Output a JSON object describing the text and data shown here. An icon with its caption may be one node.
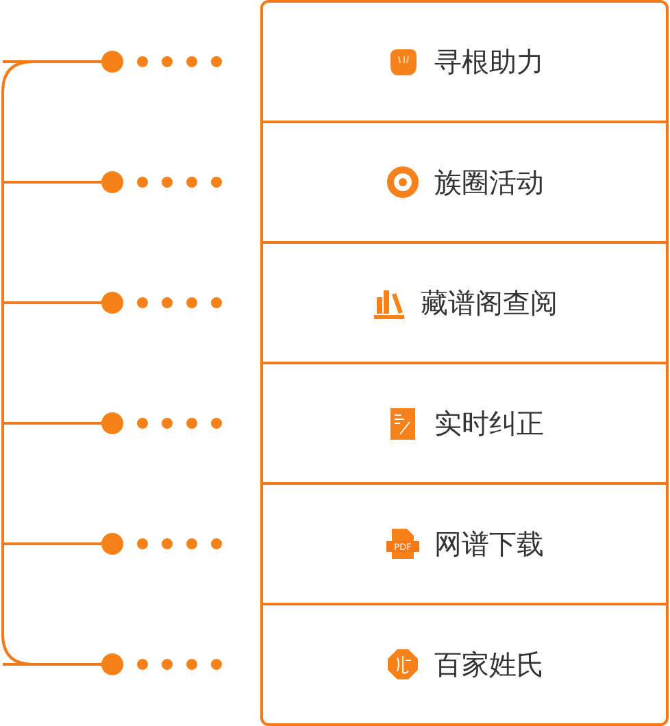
{
  "diagram": {
    "nodes": [
      {
        "text": [
          "寻根助力"
        ]
      },
      {
        "text": [
          "族圈活动"
        ]
      },
      {
        "text": [
          "藏谱阁查阅"
        ]
      },
      {
        "text": [
          "实时纠正"
        ]
      },
      {
        "text": [
          "网谱下载"
        ]
      },
      {
        "text": [
          "百家姓氏"
        ]
      }
    ],
    "edges": [
      {
        "from": null,
        "to": 0,
        "arrow": "none"
      },
      {
        "from": null,
        "to": 1,
        "arrow": "none"
      },
      {
        "from": null,
        "to": 2,
        "arrow": "none"
      },
      {
        "from": null,
        "to": 3,
        "arrow": "none"
      },
      {
        "from": null,
        "to": 4,
        "arrow": "none"
      },
      {
        "from": null,
        "to": 5,
        "arrow": "none"
      }
    ],
    "labels": [
      "PDF"
    ]
  }
}
